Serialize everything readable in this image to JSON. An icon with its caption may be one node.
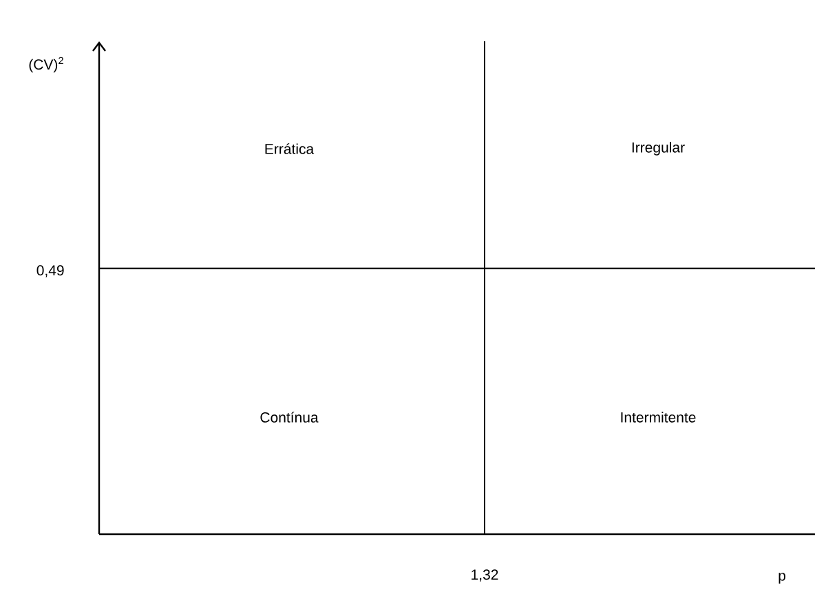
{
  "diagram": {
    "labels": [
      "(CV)$^{2}$",
      "Errática",
      "Irregular",
      "0,49",
      "Contínua",
      "Intermitente",
      "1,32",
      "p"
    ]
  }
}
